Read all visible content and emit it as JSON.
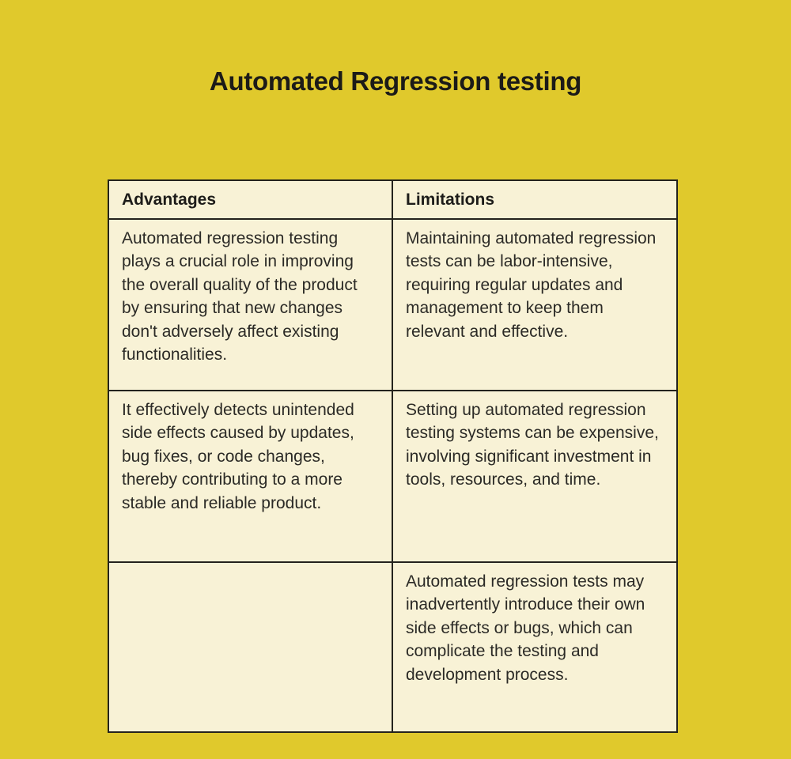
{
  "page": {
    "title": "Automated Regression testing"
  },
  "table": {
    "columns": [
      {
        "label": "Advantages"
      },
      {
        "label": "Limitations"
      }
    ],
    "rows": [
      {
        "advantages": "Automated regression testing plays a crucial role in improving the overall quality of the product by ensuring that new changes don't adversely affect existing functionalities.",
        "limitations": "Maintaining automated regression tests can be labor-intensive, requiring regular updates and management to keep them relevant and effective."
      },
      {
        "advantages": "It effectively detects unintended side effects caused by updates, bug fixes, or code changes, thereby contributing to a more stable and reliable product.",
        "limitations": "Setting up automated regression testing systems can be expensive, involving significant investment in tools, resources, and time."
      },
      {
        "advantages": "",
        "limitations": "Automated regression tests may inadvertently introduce their own side effects or bugs, which can complicate the testing and development process."
      }
    ]
  },
  "colors": {
    "page_background": "#e0c92c",
    "table_background": "#f8f2d6",
    "border": "#24231d",
    "title_text": "#1c1b18",
    "body_text": "#2b2a26"
  }
}
